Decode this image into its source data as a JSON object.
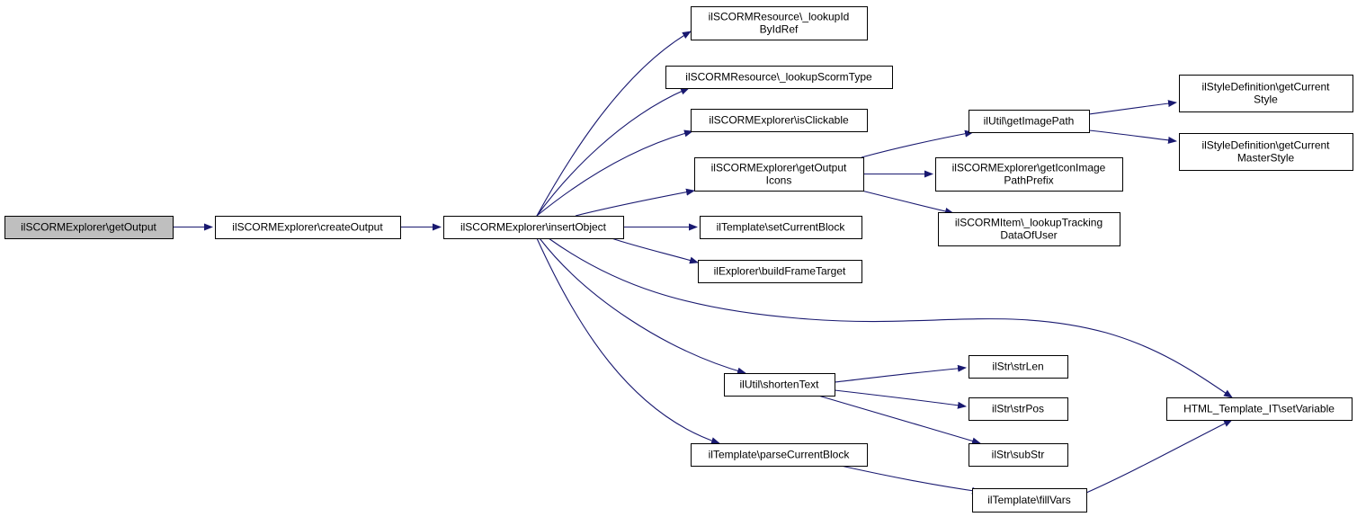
{
  "colors": {
    "edge": "#191970",
    "node_fill": "#ffffff",
    "root_fill": "#bfbfbf",
    "node_border": "#000000"
  },
  "nodes": [
    {
      "id": "getOutput",
      "lines": [
        "ilSCORMExplorer\\getOutput"
      ],
      "root": true
    },
    {
      "id": "createOutput",
      "lines": [
        "ilSCORMExplorer\\createOutput"
      ]
    },
    {
      "id": "insertObject",
      "lines": [
        "ilSCORMExplorer\\insertObject"
      ]
    },
    {
      "id": "lookupIdByIdRef",
      "lines": [
        "ilSCORMResource\\_lookupId",
        "ByIdRef"
      ]
    },
    {
      "id": "lookupScormType",
      "lines": [
        "ilSCORMResource\\_lookupScormType"
      ]
    },
    {
      "id": "isClickable",
      "lines": [
        "ilSCORMExplorer\\isClickable"
      ]
    },
    {
      "id": "getOutputIcons",
      "lines": [
        "ilSCORMExplorer\\getOutput",
        "Icons"
      ]
    },
    {
      "id": "setCurrentBlock",
      "lines": [
        "ilTemplate\\setCurrentBlock"
      ]
    },
    {
      "id": "buildFrameTarget",
      "lines": [
        "ilExplorer\\buildFrameTarget"
      ]
    },
    {
      "id": "shortenText",
      "lines": [
        "ilUtil\\shortenText"
      ]
    },
    {
      "id": "parseCurrentBlock",
      "lines": [
        "ilTemplate\\parseCurrentBlock"
      ]
    },
    {
      "id": "getImagePath",
      "lines": [
        "ilUtil\\getImagePath"
      ]
    },
    {
      "id": "getIconImagePathPrefix",
      "lines": [
        "ilSCORMExplorer\\getIconImage",
        "PathPrefix"
      ]
    },
    {
      "id": "lookupTrackingDataOfUser",
      "lines": [
        "ilSCORMItem\\_lookupTracking",
        "DataOfUser"
      ]
    },
    {
      "id": "getCurrentStyle",
      "lines": [
        "ilStyleDefinition\\getCurrent",
        "Style"
      ]
    },
    {
      "id": "getCurrentMasterStyle",
      "lines": [
        "ilStyleDefinition\\getCurrent",
        "MasterStyle"
      ]
    },
    {
      "id": "strLen",
      "lines": [
        "ilStr\\strLen"
      ]
    },
    {
      "id": "strPos",
      "lines": [
        "ilStr\\strPos"
      ]
    },
    {
      "id": "subStr",
      "lines": [
        "ilStr\\subStr"
      ]
    },
    {
      "id": "setVariable",
      "lines": [
        "HTML_Template_IT\\setVariable"
      ]
    },
    {
      "id": "fillVars",
      "lines": [
        "ilTemplate\\fillVars"
      ]
    }
  ],
  "edges": [
    {
      "from": "getOutput",
      "to": "createOutput"
    },
    {
      "from": "createOutput",
      "to": "insertObject"
    },
    {
      "from": "insertObject",
      "to": "lookupIdByIdRef"
    },
    {
      "from": "insertObject",
      "to": "lookupScormType"
    },
    {
      "from": "insertObject",
      "to": "isClickable"
    },
    {
      "from": "insertObject",
      "to": "getOutputIcons"
    },
    {
      "from": "insertObject",
      "to": "setCurrentBlock"
    },
    {
      "from": "insertObject",
      "to": "buildFrameTarget"
    },
    {
      "from": "insertObject",
      "to": "setVariable"
    },
    {
      "from": "insertObject",
      "to": "shortenText"
    },
    {
      "from": "insertObject",
      "to": "parseCurrentBlock"
    },
    {
      "from": "getOutputIcons",
      "to": "getImagePath"
    },
    {
      "from": "getOutputIcons",
      "to": "getIconImagePathPrefix"
    },
    {
      "from": "getOutputIcons",
      "to": "lookupTrackingDataOfUser"
    },
    {
      "from": "getImagePath",
      "to": "getCurrentStyle"
    },
    {
      "from": "getImagePath",
      "to": "getCurrentMasterStyle"
    },
    {
      "from": "shortenText",
      "to": "strLen"
    },
    {
      "from": "shortenText",
      "to": "strPos"
    },
    {
      "from": "shortenText",
      "to": "subStr"
    },
    {
      "from": "parseCurrentBlock",
      "to": "fillVars"
    },
    {
      "from": "fillVars",
      "to": "setVariable"
    }
  ]
}
